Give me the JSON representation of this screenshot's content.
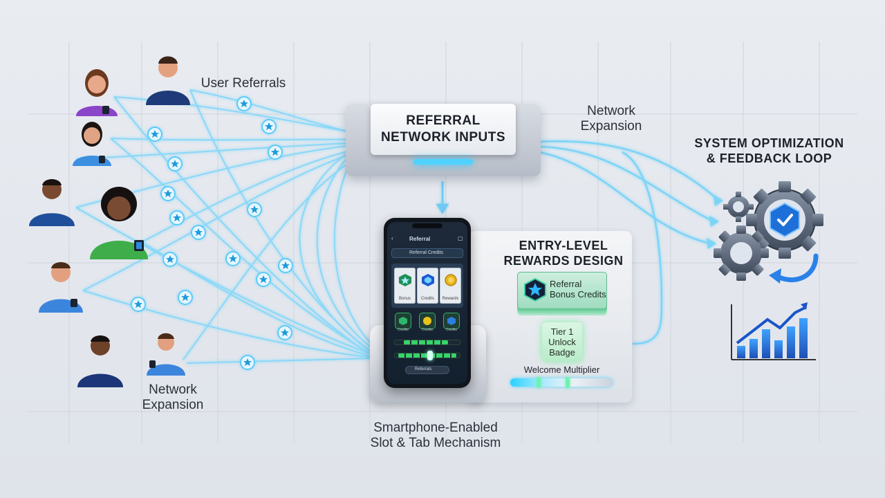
{
  "labels": {
    "user_referrals": "User Referrals",
    "network_expansion_top": [
      "Network",
      "Expansion"
    ],
    "network_expansion_bottom": [
      "Network",
      "Expansion"
    ],
    "system_optimization": [
      "SYSTEM OPTIMIZATION",
      "& FEEDBACK LOOP"
    ],
    "smartphone_mechanism": [
      "Smartphone-Enabled",
      "Slot & Tab Mechanism"
    ]
  },
  "input_panel": {
    "title": [
      "REFERRAL",
      "NETWORK INPUTS"
    ]
  },
  "rewards_panel": {
    "title": [
      "ENTRY-LEVEL",
      "REWARDS DESIGN"
    ],
    "credit_card": [
      "Referral",
      "Bonus Credits"
    ],
    "tier_badge": [
      "Tier 1",
      "Unlock",
      "Badge"
    ],
    "multiplier_label": "Welcome Multiplier"
  },
  "phone": {
    "header": "Referral",
    "banner": "Referral Credits",
    "slots": [
      "Bonus",
      "Credits",
      "Rewards"
    ],
    "tabs": [
      "Credits",
      "Credits",
      "Credits"
    ],
    "footer_button": "Referrals"
  },
  "colors": {
    "flow_line": "#5cc8f5",
    "star_node": "#2fb1ec",
    "gear": "#5d6a7d",
    "accent_blue": "#1f6fd8"
  },
  "icons": {
    "people": "person-icon",
    "nodes": "star-icon",
    "gears": "gear-icon",
    "chart": "bar-chart-icon"
  }
}
